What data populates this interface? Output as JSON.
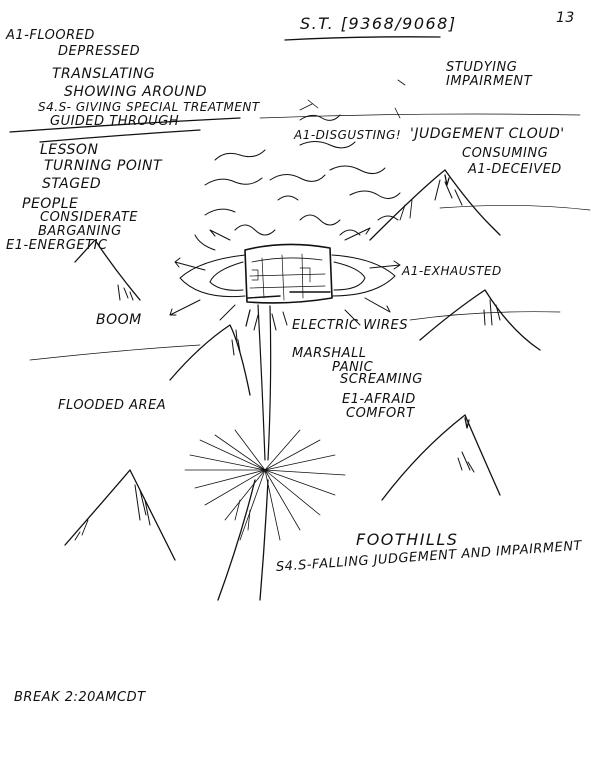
{
  "header": {
    "session": "S.T. [9368/9068]",
    "page_number": "13"
  },
  "notes_left": {
    "a1_floored": "A1-FLOORED",
    "depressed": "DEPRESSED",
    "translating": "TRANSLATING",
    "showing_around": "SHOWING AROUND",
    "s4s_giving": "S4.S- GIVING SPECIAL TREATMENT",
    "guided_through": "GUIDED THROUGH",
    "lesson": "LESSON",
    "turning_point": "TURNING POINT",
    "staged": "STAGED",
    "people": "PEOPLE",
    "considerate": "CONSIDERATE",
    "bargaining": "BARGANING",
    "e1_energetic": "E1-ENERGETIC",
    "boom": "BOOM",
    "flooded_area": "FLOODED AREA"
  },
  "notes_right": {
    "studying": "STUDYING",
    "impairment": "IMPAIRMENT",
    "a1_disgusting": "A1-DISGUSTING!",
    "judgement_cloud": "'JUDGEMENT CLOUD'",
    "consuming": "CONSUMING",
    "a1_deceived": "A1-DECEIVED",
    "a1_exhausted": "A1-EXHAUSTED",
    "electric_wires": "ELECTRIC WIRES",
    "marshall": "MARSHALL",
    "panic": "PANIC",
    "screaming": "SCREAMING",
    "e1_afraid": "E1-AFRAID",
    "comfort": "COMFORT"
  },
  "notes_bottom": {
    "foothills": "FOOTHILLS",
    "s4s_falling": "S4.S-FALLING JUDGEMENT AND IMPAIRMENT",
    "break": "BREAK 2:20AMCDT"
  },
  "ink_color": "#111111",
  "paper_color": "#ffffff"
}
